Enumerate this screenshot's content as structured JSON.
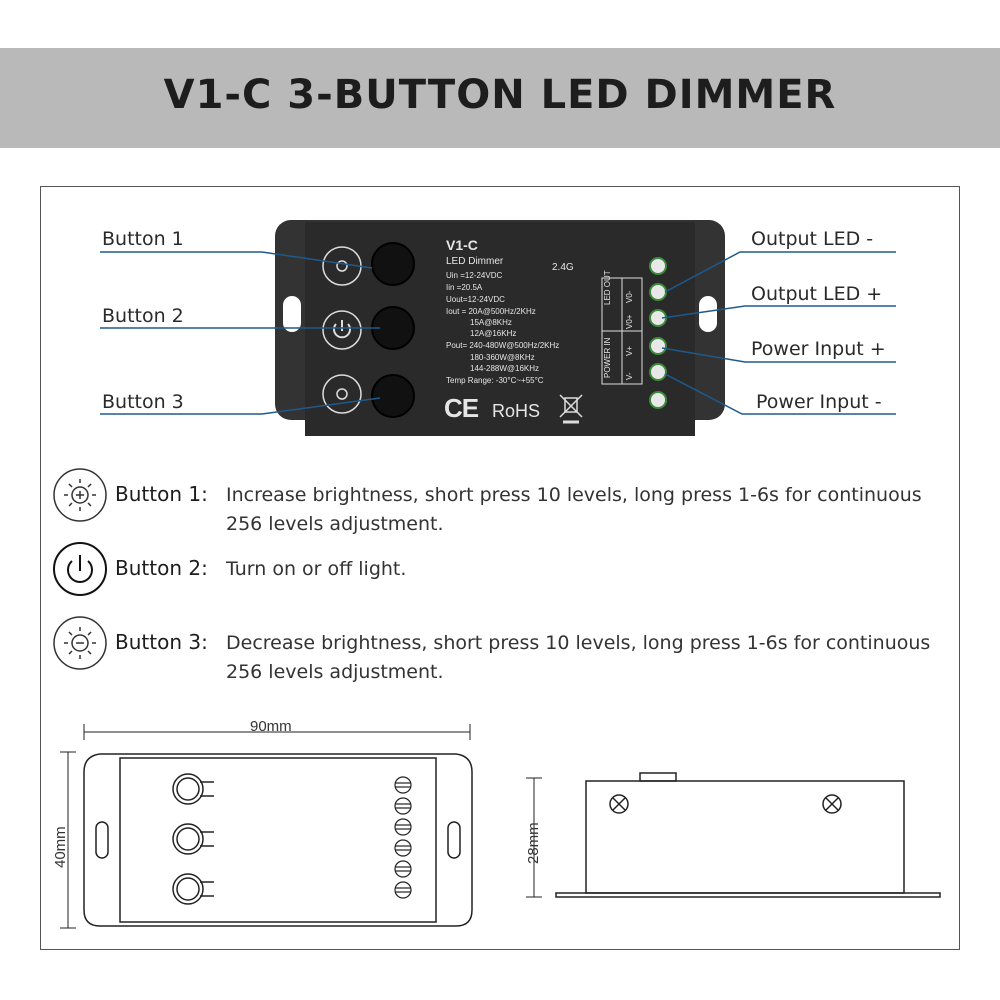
{
  "title": "V1-C 3-BUTTON LED DIMMER",
  "callouts": {
    "left": [
      "Button 1",
      "Button 2",
      "Button 3"
    ],
    "right": [
      "Output LED -",
      "Output LED +",
      "Power Input +",
      "Power Input -"
    ]
  },
  "device": {
    "model": "V1-C",
    "subtitle": "LED Dimmer",
    "signal": "2.4G",
    "specs": [
      "Uin  =12-24VDC",
      "Iin   =20.5A",
      "Uout=12-24VDC",
      "Iout = 20A@500Hz/2KHz",
      "15A@8KHz",
      "12A@16KHz",
      "Pout= 240-480W@500Hz/2KHz",
      "180-360W@8KHz",
      "144-288W@16KHz",
      "Temp Range: -30°C~+55°C"
    ],
    "terminal_groups": [
      "LED OUT",
      "POWER IN"
    ],
    "terminal_labels": [
      "V0-",
      "V0+",
      "V+",
      "V-"
    ],
    "ce_mark": "CE",
    "rohs": "RoHS"
  },
  "descriptions": [
    {
      "icon": "brightness-up-icon",
      "label": "Button 1:",
      "text": "Increase brightness, short press 10 levels, long press 1-6s for continuous 256 levels adjustment."
    },
    {
      "icon": "power-icon",
      "label": "Button 2:",
      "text": "Turn on or off light."
    },
    {
      "icon": "brightness-down-icon",
      "label": "Button 3:",
      "text": "Decrease brightness, short press 10 levels, long press 1-6s for continuous 256 levels adjustment."
    }
  ],
  "dimensions": {
    "width": "90mm",
    "depth": "40mm",
    "height": "28mm"
  },
  "colors": {
    "title_bar": "#b9b9b9",
    "device_body": "#2a2a2a",
    "callout_line": "#1e5a8c",
    "terminal_green": "#3c8c3c"
  }
}
